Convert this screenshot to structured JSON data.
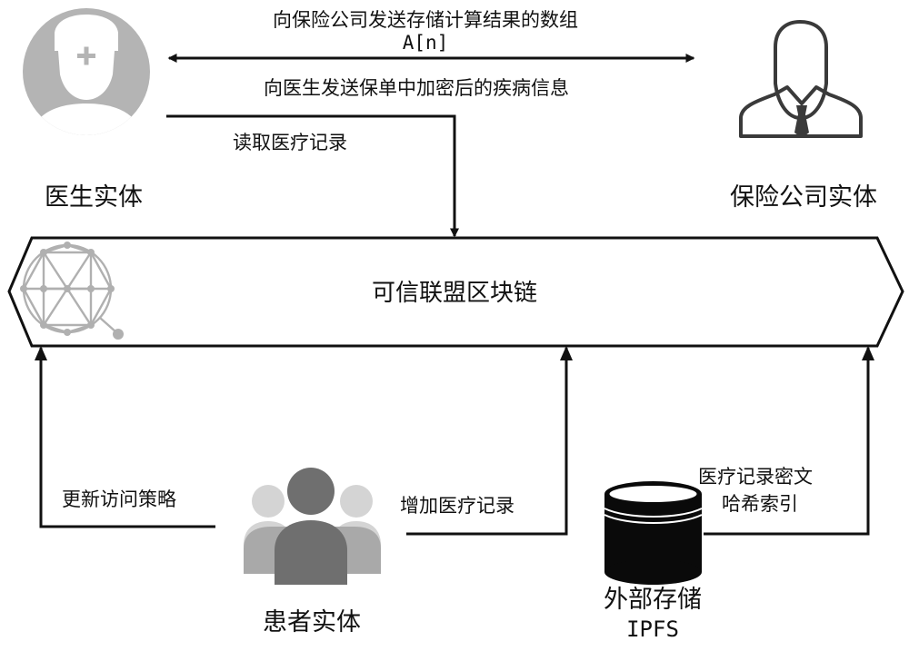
{
  "entities": {
    "doctor": "医生实体",
    "insurer": "保险公司实体",
    "patient": "患者实体",
    "storage_line1": "外部存储",
    "storage_line2": "IPFS"
  },
  "blockchain": {
    "label": "可信联盟区块链"
  },
  "flows": {
    "to_insurer_line1": "向保险公司发送存储计算结果的数组",
    "to_insurer_line2": "A[n]",
    "to_doctor": "向医生发送保单中加密后的疾病信息",
    "read_records": "读取医疗记录",
    "update_policy": "更新访问策略",
    "add_records": "增加医疗记录",
    "ipfs_line1": "医疗记录密文",
    "ipfs_line2": "哈希索引"
  },
  "colors": {
    "doctor_icon": "#b4b4b4",
    "insurer_icon": "#3a3a3a",
    "patient_dark": "#6f6f6f",
    "patient_mid": "#a9a9a9",
    "patient_light": "#d4d4d4",
    "storage": "#0a0a0a",
    "network_icon": "#b0b0b0",
    "line": "#111111"
  },
  "icons": [
    "doctor-icon",
    "insurer-icon",
    "network-sphere-icon",
    "patients-icon",
    "database-icon"
  ]
}
